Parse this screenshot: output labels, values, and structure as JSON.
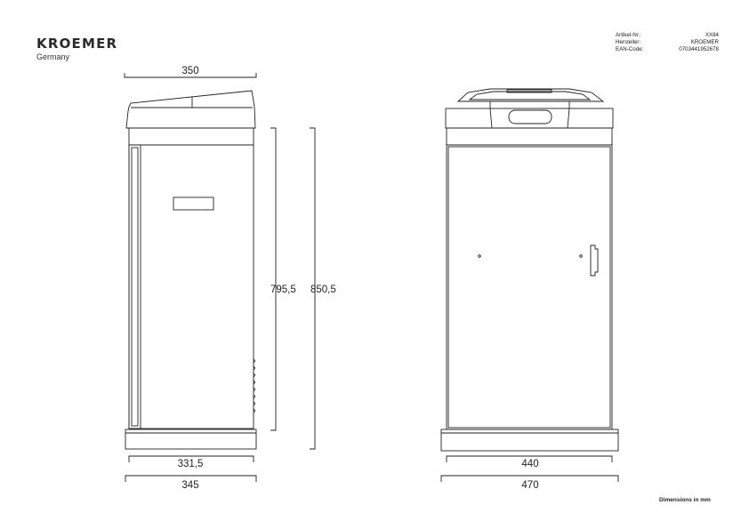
{
  "brand": {
    "name": "KROEMER",
    "subtitle": "Germany"
  },
  "meta": [
    {
      "label": "Artikel-Nr.:",
      "value": "XX84"
    },
    {
      "label": "Hersteller:",
      "value": "KROEMER"
    },
    {
      "label": "EAN-Code:",
      "value": "0703441952678"
    }
  ],
  "dimensions": {
    "side_top_width": "350",
    "side_body_height": "795,5",
    "side_total_height": "850,5",
    "side_inner_width": "331,5",
    "side_outer_width": "345",
    "front_inner_width": "440",
    "front_outer_width": "470"
  },
  "units_note": "Dimensions in mm"
}
